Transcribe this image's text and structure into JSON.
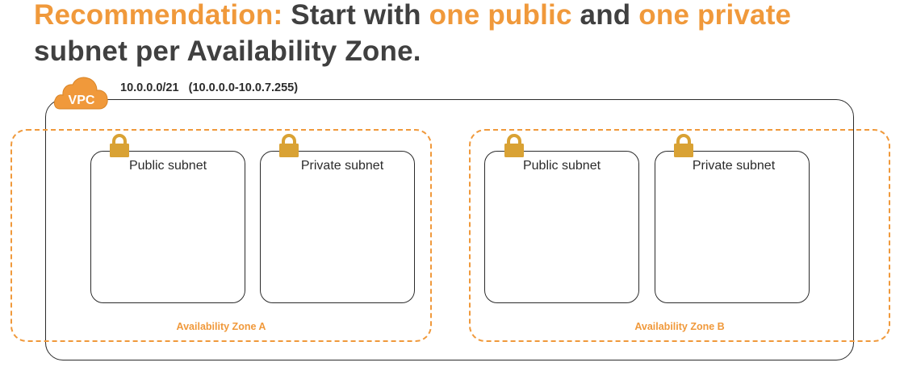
{
  "title": {
    "recommendation_label": "Recommendation:",
    "text_1": " Start with ",
    "highlight_public": "one public",
    "text_2": " and ",
    "highlight_private": "one private",
    "text_3": "subnet per Availability Zone."
  },
  "vpc": {
    "badge_label": "VPC",
    "cidr_text": "10.0.0.0/21   (10.0.0.0-10.0.7.255)"
  },
  "zones": [
    {
      "label": "Availability Zone A",
      "subnets": [
        {
          "label": "Public subnet"
        },
        {
          "label": "Private subnet"
        }
      ]
    },
    {
      "label": "Availability Zone B",
      "subnets": [
        {
          "label": "Public subnet"
        },
        {
          "label": "Private subnet"
        }
      ]
    }
  ],
  "colors": {
    "accent_orange": "#f0993b",
    "lock_gold": "#d9a234",
    "text_dark": "#404040",
    "line_dark": "#2b2b2b"
  },
  "icons": {
    "vpc_badge": "vpc-cloud-icon",
    "subnet_lock": "padlock-icon"
  }
}
